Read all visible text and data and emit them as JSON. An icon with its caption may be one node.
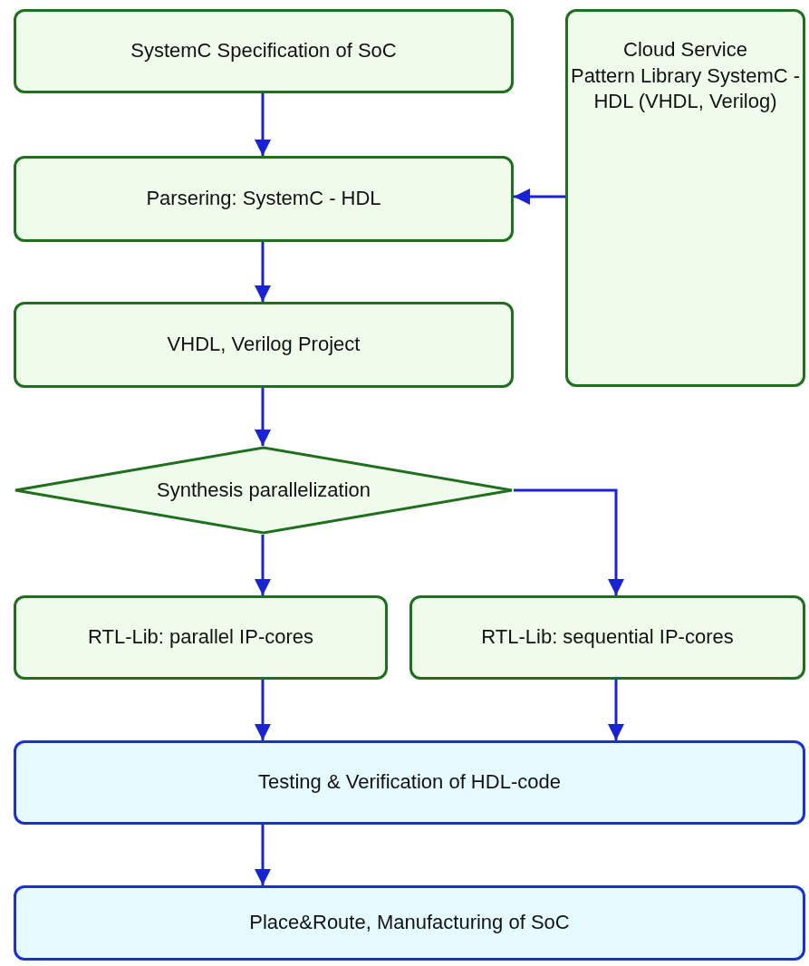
{
  "diagram": {
    "nodes": [
      {
        "text": [
          "SystemC Specification of SoC"
        ]
      },
      {
        "text": [
          "Cloud Service",
          "Pattern Library SystemC - HDL (VHDL, Verilog)"
        ]
      },
      {
        "text": [
          "Parsering: SystemC - HDL"
        ]
      },
      {
        "text": [
          "VHDL, Verilog Project"
        ]
      },
      {
        "text": [
          "Synthesis parallelization"
        ]
      },
      {
        "text": [
          "RTL-Lib: parallel IP-cores"
        ]
      },
      {
        "text": [
          "RTL-Lib: sequential IP-cores"
        ]
      },
      {
        "text": [
          "Testing & Verification of HDL-code"
        ]
      },
      {
        "text": [
          "Place&Route, Manufacturing of SoC"
        ]
      }
    ],
    "edges": [
      {
        "from": 0,
        "to": 2,
        "arrow": "to"
      },
      {
        "from": 1,
        "to": 2,
        "arrow": "to"
      },
      {
        "from": 2,
        "to": 3,
        "arrow": "to"
      },
      {
        "from": 3,
        "to": 4,
        "arrow": "to"
      },
      {
        "from": 4,
        "to": 5,
        "arrow": "to"
      },
      {
        "from": 4,
        "to": 6,
        "arrow": "to"
      },
      {
        "from": 5,
        "to": 7,
        "arrow": "to"
      },
      {
        "from": 6,
        "to": 7,
        "arrow": "to"
      },
      {
        "from": 7,
        "to": 8,
        "arrow": "to"
      }
    ]
  }
}
